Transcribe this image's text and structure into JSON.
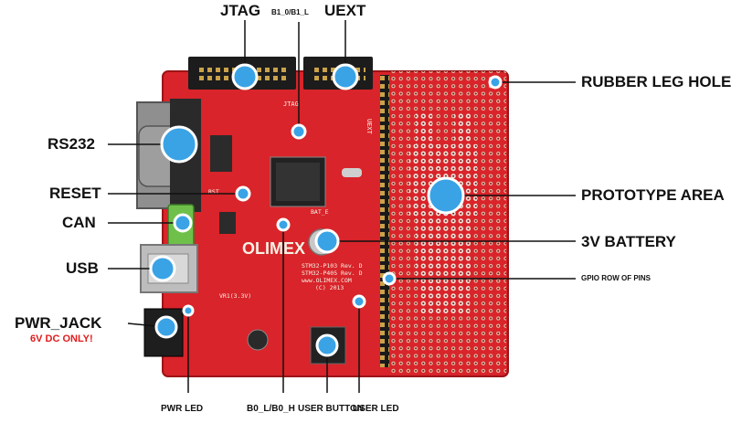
{
  "labels": {
    "jtag": "JTAG",
    "b1": "B1_0/B1_L",
    "uext": "UEXT",
    "rubber_leg_hole": "RUBBER LEG HOLE",
    "rs232": "RS232",
    "reset": "RESET",
    "can": "CAN",
    "usb": "USB",
    "pwr_jack": "PWR_JACK",
    "pwr_note": "6V DC ONLY!",
    "prototype_area": "PROTOTYPE AREA",
    "battery": "3V BATTERY",
    "gpio": "GPIO ROW OF PINS",
    "pwr_led": "PWR LED",
    "b0": "B0_L/B0_H",
    "user_button": "USER BUTTON",
    "user_led": "USER LED"
  },
  "board": {
    "logo": "OLIMEX",
    "model": "STM32-P103 Rev. D",
    "model2": "STM32-P405 Rev. D",
    "site": "www.OLIMEX.COM",
    "copyright": "(C) 2013",
    "vr": "VR1(3.3V)",
    "bat": "BAT_E",
    "rst": "RST",
    "jtag_silk": "JTAG",
    "uext_silk": "UEXT"
  },
  "colors": {
    "board": "#d8242a",
    "callout": "#3aa3e6",
    "warn": "#e21b1b"
  }
}
